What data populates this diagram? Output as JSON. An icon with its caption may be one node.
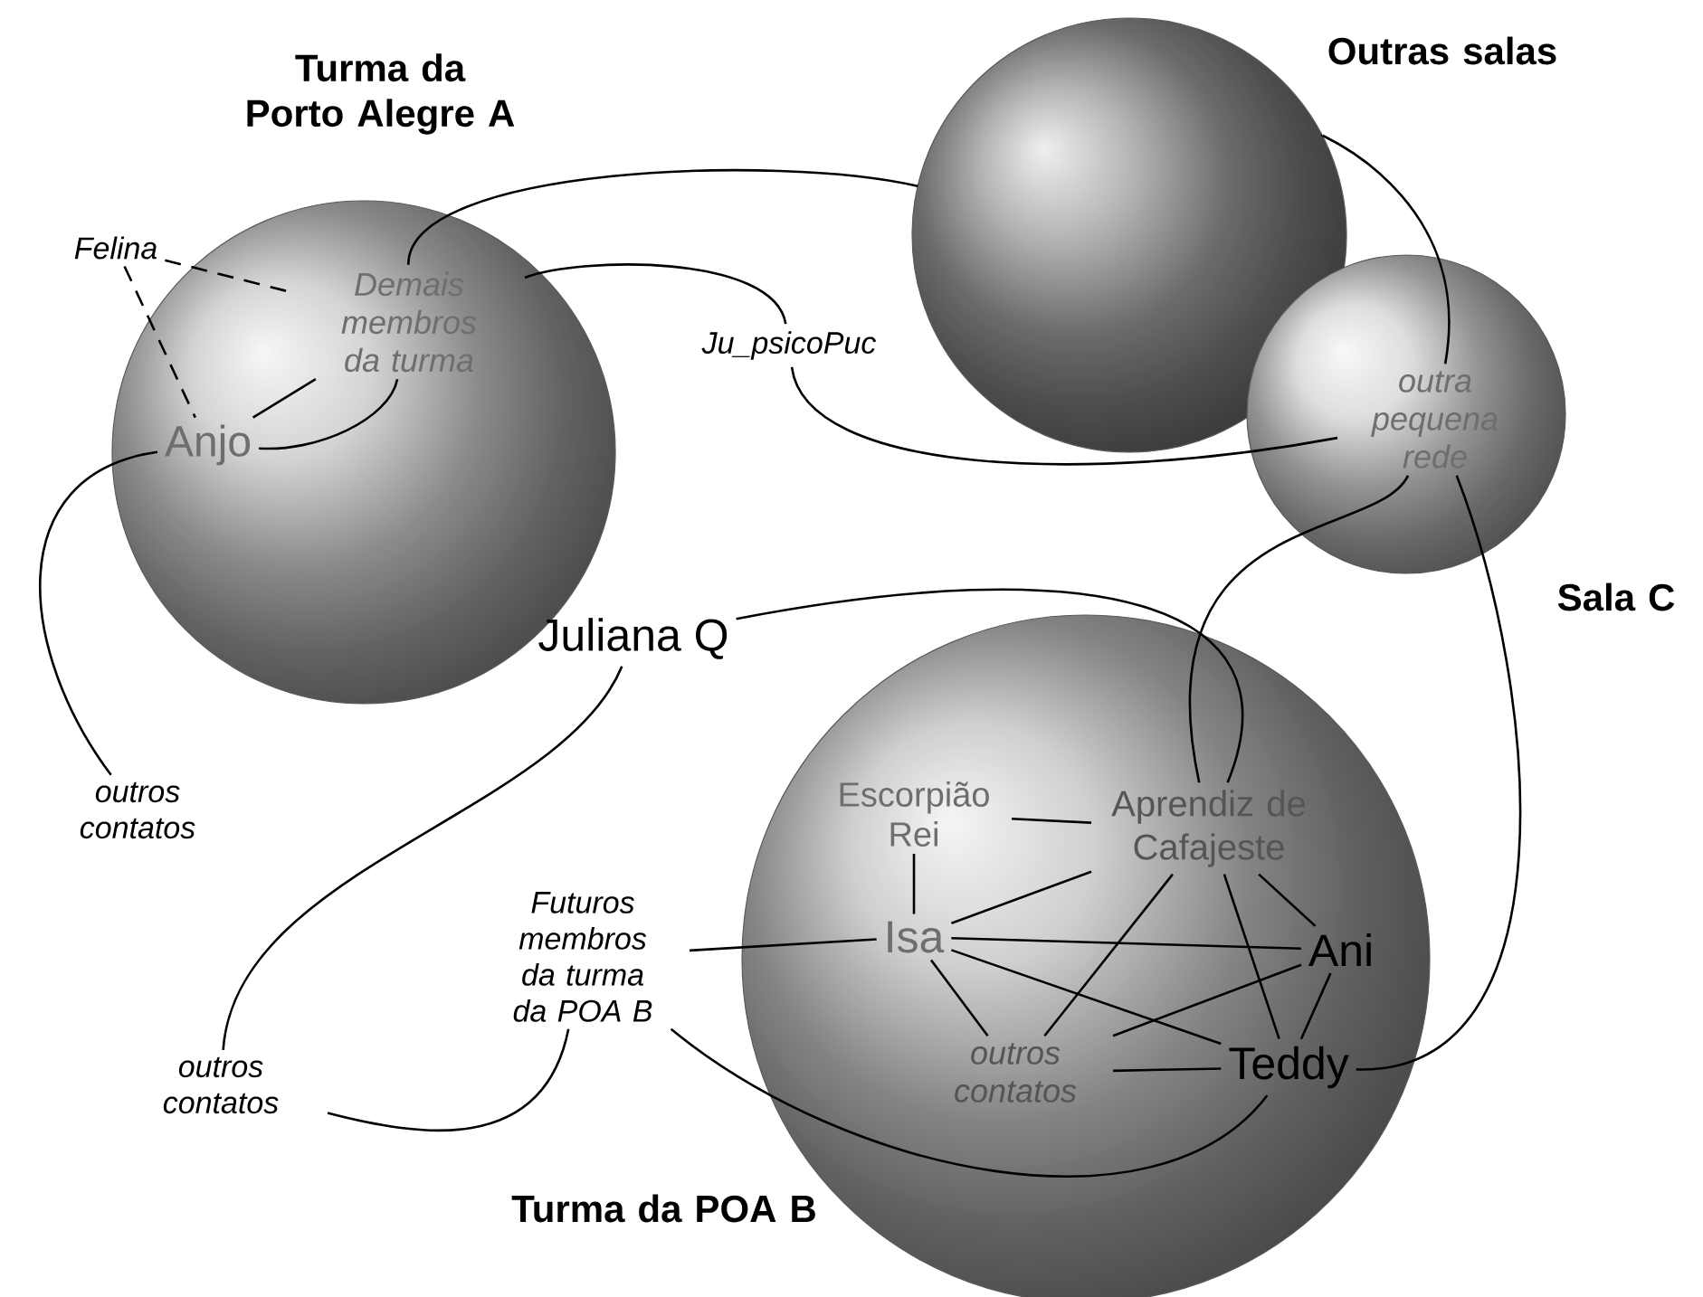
{
  "diagram": {
    "nodes": [
      {
        "text": [
          "Turma da Porto Alegre A"
        ]
      },
      {
        "text": [
          "Felina"
        ]
      },
      {
        "text": [
          "Demais membros da turma"
        ],
        "in": 0
      },
      {
        "text": [
          "Anjo"
        ],
        "in": 0
      },
      {
        "text": [
          "Juliana Q"
        ]
      },
      {
        "text": [
          "outros contatos"
        ]
      },
      {
        "text": [
          "Ju_psicoPuc"
        ]
      },
      {
        "text": [
          "Outras salas"
        ]
      },
      {
        "text": [
          "Sala C"
        ]
      },
      {
        "text": [
          "outra pequena rede"
        ],
        "in": 8
      },
      {
        "text": [
          "Turma da POA B"
        ]
      },
      {
        "text": [
          "Escorpião Rei"
        ],
        "in": 10
      },
      {
        "text": [
          "Aprendiz de Cafajeste"
        ],
        "in": 10
      },
      {
        "text": [
          "Isa"
        ],
        "in": 10
      },
      {
        "text": [
          "Ani"
        ],
        "in": 10
      },
      {
        "text": [
          "outros contatos"
        ],
        "in": 10
      },
      {
        "text": [
          "Teddy"
        ],
        "in": 10
      },
      {
        "text": [
          "Futuros membros da turma da POA B"
        ]
      },
      {
        "text": [
          "outros contatos"
        ]
      }
    ],
    "edges": [
      {
        "from": 1,
        "to": 2,
        "arrow": "none",
        "style": "dashed"
      },
      {
        "from": 1,
        "to": 3,
        "arrow": "none",
        "style": "dashed"
      },
      {
        "from": 3,
        "to": 2,
        "arrow": "none"
      },
      {
        "from": 3,
        "to": 2,
        "arrow": "none"
      },
      {
        "from": 2,
        "to": 7,
        "arrow": "none"
      },
      {
        "from": 2,
        "to": 6,
        "arrow": "none"
      },
      {
        "from": 6,
        "to": 9,
        "arrow": "none"
      },
      {
        "from": 3,
        "to": 5,
        "arrow": "none"
      },
      {
        "from": 7,
        "to": 9,
        "arrow": "none"
      },
      {
        "from": 4,
        "to": 12,
        "arrow": "none"
      },
      {
        "from": 9,
        "to": 12,
        "arrow": "none"
      },
      {
        "from": 9,
        "to": 16,
        "arrow": "none"
      },
      {
        "from": 4,
        "to": 18,
        "arrow": "none"
      },
      {
        "from": 17,
        "to": 18,
        "arrow": "none"
      },
      {
        "from": 17,
        "to": 13,
        "arrow": "none"
      },
      {
        "from": 17,
        "to": 16,
        "arrow": "none"
      },
      {
        "from": 11,
        "to": 12,
        "arrow": "none"
      },
      {
        "from": 11,
        "to": 13,
        "arrow": "none"
      },
      {
        "from": 13,
        "to": 12,
        "arrow": "none"
      },
      {
        "from": 12,
        "to": 14,
        "arrow": "none"
      },
      {
        "from": 13,
        "to": 14,
        "arrow": "none"
      },
      {
        "from": 12,
        "to": 15,
        "arrow": "none"
      },
      {
        "from": 12,
        "to": 16,
        "arrow": "none"
      },
      {
        "from": 13,
        "to": 16,
        "arrow": "none"
      },
      {
        "from": 14,
        "to": 15,
        "arrow": "none"
      },
      {
        "from": 14,
        "to": 16,
        "arrow": "none"
      },
      {
        "from": 13,
        "to": 15,
        "arrow": "none"
      },
      {
        "from": 15,
        "to": 16,
        "arrow": "none"
      }
    ]
  }
}
